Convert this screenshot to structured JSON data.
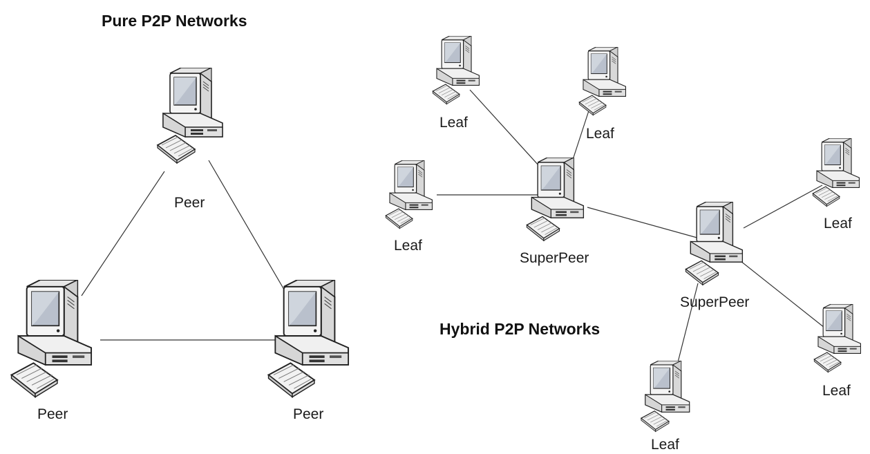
{
  "pure": {
    "title": "Pure P2P Networks",
    "nodes": [
      {
        "id": "peer-top",
        "label": "Peer"
      },
      {
        "id": "peer-left",
        "label": "Peer"
      },
      {
        "id": "peer-right",
        "label": "Peer"
      }
    ]
  },
  "hybrid": {
    "title": "Hybrid P2P Networks",
    "nodes": [
      {
        "id": "leaf-1",
        "label": "Leaf"
      },
      {
        "id": "leaf-2",
        "label": "Leaf"
      },
      {
        "id": "leaf-3",
        "label": "Leaf"
      },
      {
        "id": "superpeer-1",
        "label": "SuperPeer"
      },
      {
        "id": "superpeer-2",
        "label": "SuperPeer"
      },
      {
        "id": "leaf-4",
        "label": "Leaf"
      },
      {
        "id": "leaf-5",
        "label": "Leaf"
      },
      {
        "id": "leaf-6",
        "label": "Leaf"
      }
    ]
  },
  "colors": {
    "screen": "#b9c0cc",
    "monitor": "#f2f2f2",
    "outline": "#222222"
  }
}
